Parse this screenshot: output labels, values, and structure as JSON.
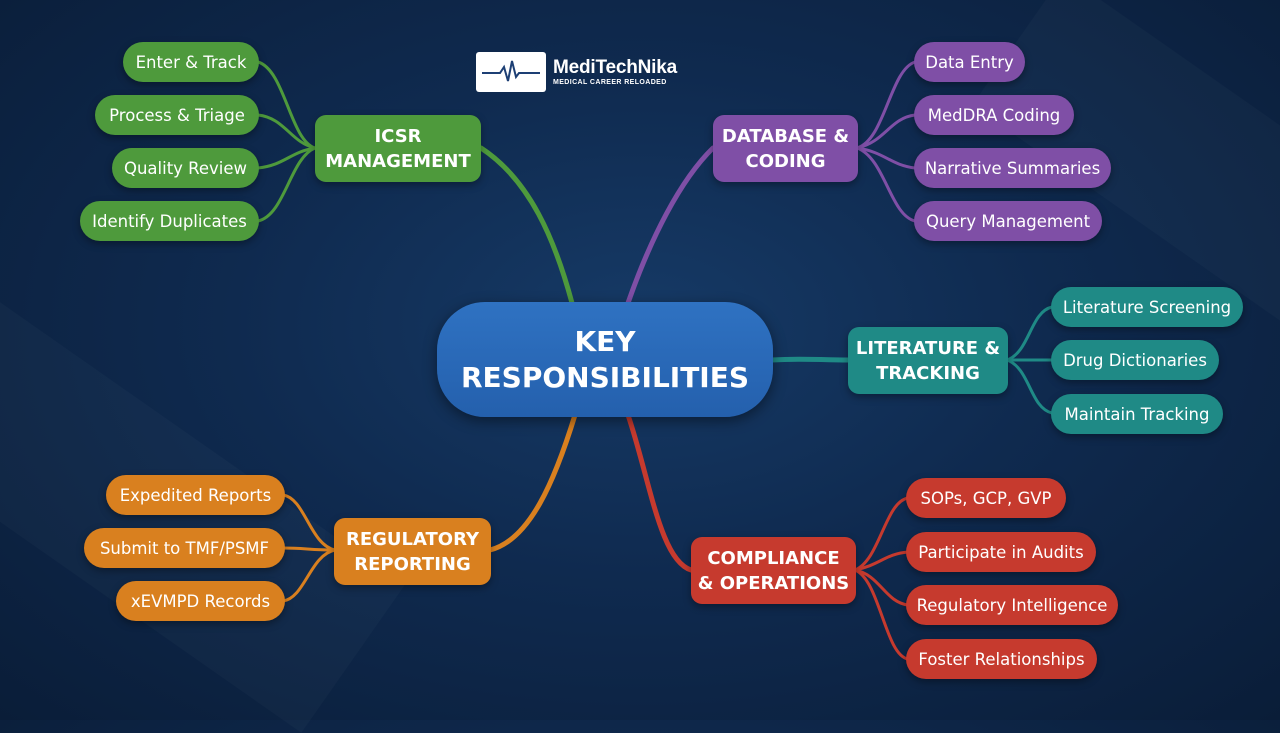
{
  "logo": {
    "name": "MediTechNika",
    "tagline": "MEDICAL CAREER RELOADED"
  },
  "center": {
    "line1": "KEY",
    "line2": "RESPONSIBILITIES",
    "color": "#2a69b8"
  },
  "branches": {
    "icsr": {
      "line1": "ICSR",
      "line2": "MANAGEMENT",
      "color": "#4e9a3c",
      "items": [
        "Enter & Track",
        "Process & Triage",
        "Quality Review",
        "Identify Duplicates"
      ]
    },
    "database": {
      "line1": "DATABASE &",
      "line2": "CODING",
      "color": "#7f4fa6",
      "items": [
        "Data Entry",
        "MedDRA Coding",
        "Narrative Summaries",
        "Query Management"
      ]
    },
    "literature": {
      "line1": "LITERATURE &",
      "line2": "TRACKING",
      "color": "#1f8a86",
      "items": [
        "Literature Screening",
        "Drug Dictionaries",
        "Maintain Tracking"
      ]
    },
    "regulatory": {
      "line1": "REGULATORY",
      "line2": "REPORTING",
      "color": "#d9801f",
      "items": [
        "Expedited Reports",
        "Submit to TMF/PSMF",
        "xEVMPD Records"
      ]
    },
    "compliance": {
      "line1": "COMPLIANCE",
      "line2": "& OPERATIONS",
      "color": "#c63a2e",
      "items": [
        "SOPs, GCP, GVP",
        "Participate in Audits",
        "Regulatory Intelligence",
        "Foster Relationships"
      ]
    }
  }
}
